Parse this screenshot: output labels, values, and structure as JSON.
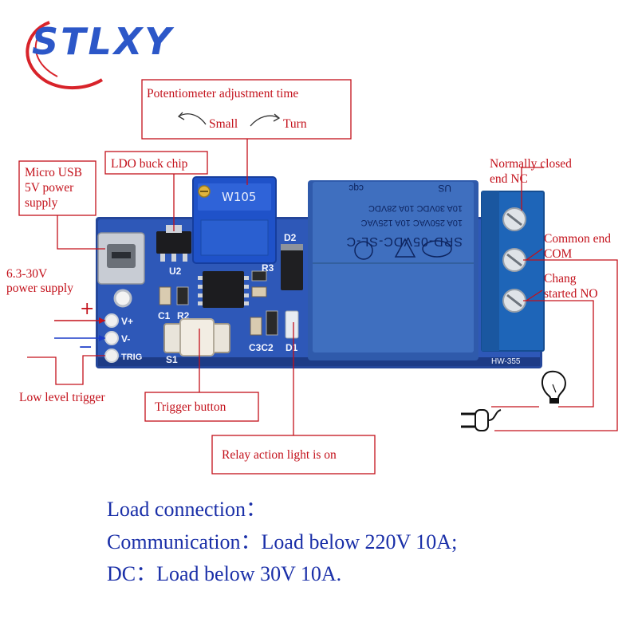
{
  "brand": {
    "logo_text": "STLXY",
    "logo_color": "#2c57c8",
    "accent_color": "#d8232a"
  },
  "callouts": {
    "potentiometer_title": "Potentiometer adjustment time",
    "small": "Small",
    "turn": "Turn",
    "ldo": "LDO buck chip",
    "micro_usb_line1": "Micro USB",
    "micro_usb_line2": "5V power",
    "micro_usb_line3": "supply",
    "power_supply_line1": "6.3-30V",
    "power_supply_line2": "power supply",
    "low_level_trigger": "Low level trigger",
    "trigger_button": "Trigger button",
    "relay_light": "Relay action light is on",
    "nc_line1": "Normally closed",
    "nc_line2": "end NC",
    "com_line1": "Common end",
    "com_line2": "COM",
    "no_line1": "Chang",
    "no_line2": "started NO",
    "plus": "+",
    "minus": "−"
  },
  "board": {
    "pot_marking": "W105",
    "u2": "U2",
    "d2": "D2",
    "r3": "R3",
    "c1": "C1",
    "r2": "R2",
    "s1": "S1",
    "c3c2": "C3C2",
    "d1": "D1",
    "pin_vplus": "V+",
    "pin_vminus": "V-",
    "pin_trig": "TRIG",
    "model": "HW-355",
    "pcb_color": "#2e58b8",
    "relay_color": "#3f6fbf"
  },
  "relay": {
    "model": "SRD-05VDC-SL-C",
    "line1": "10A 250VAC 10A 125VAC",
    "line2": "10A 30VDC 10A 28VDC",
    "mark_left": "US",
    "mark_right": "cqc"
  },
  "bottom_text": {
    "line1": "Load connection：",
    "line2": "Communication：Load below 220V 10A;",
    "line3": "DC：Load below 30V 10A."
  }
}
